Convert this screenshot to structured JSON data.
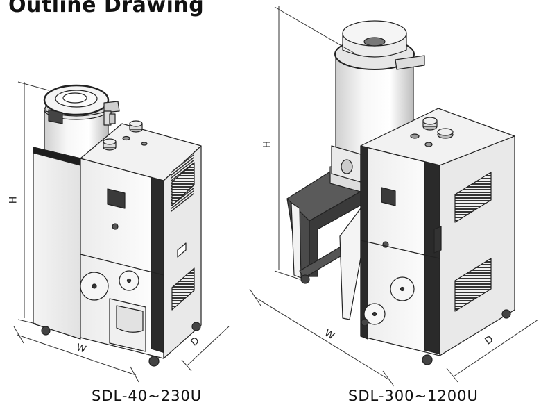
{
  "title": "Outline Drawing",
  "dimension_labels": {
    "height": "H",
    "width": "W",
    "depth": "D"
  },
  "models": [
    {
      "name": "SDL-40~230U"
    },
    {
      "name": "SDL-300~1200U"
    }
  ]
}
